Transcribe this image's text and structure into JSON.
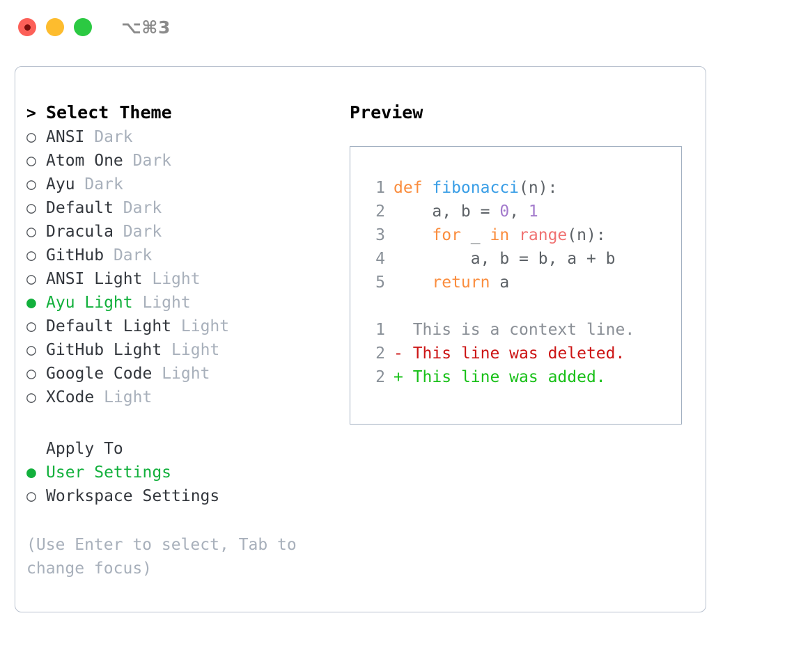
{
  "window": {
    "traffic_lights": [
      {
        "name": "close-button",
        "color": "#fc6058"
      },
      {
        "name": "minimize-button",
        "color": "#fdbc2e"
      },
      {
        "name": "maximize-button",
        "color": "#2bc942"
      }
    ],
    "shortcut_label": "⌥⌘3"
  },
  "theme_panel": {
    "header_marker": ">",
    "header": "Select Theme",
    "unselected_marker": "○",
    "selected_marker": "●",
    "items": [
      {
        "marker": "○",
        "name": "ANSI",
        "kind": "Dark",
        "selected": false
      },
      {
        "marker": "○",
        "name": "Atom One",
        "kind": "Dark",
        "selected": false
      },
      {
        "marker": "○",
        "name": "Ayu",
        "kind": "Dark",
        "selected": false
      },
      {
        "marker": "○",
        "name": "Default",
        "kind": "Dark",
        "selected": false
      },
      {
        "marker": "○",
        "name": "Dracula",
        "kind": "Dark",
        "selected": false
      },
      {
        "marker": "○",
        "name": "GitHub",
        "kind": "Dark",
        "selected": false
      },
      {
        "marker": "○",
        "name": "ANSI Light",
        "kind": "Light",
        "selected": false
      },
      {
        "marker": "●",
        "name": "Ayu Light",
        "kind": "Light",
        "selected": true
      },
      {
        "marker": "○",
        "name": "Default Light",
        "kind": "Light",
        "selected": false
      },
      {
        "marker": "○",
        "name": "GitHub Light",
        "kind": "Light",
        "selected": false
      },
      {
        "marker": "○",
        "name": "Google Code",
        "kind": "Light",
        "selected": false
      },
      {
        "marker": "○",
        "name": "XCode",
        "kind": "Light",
        "selected": false
      }
    ]
  },
  "apply_to": {
    "header": "Apply To",
    "options": [
      {
        "marker": "●",
        "label": "User Settings",
        "selected": true
      },
      {
        "marker": "○",
        "label": "Workspace Settings",
        "selected": false
      }
    ]
  },
  "hint": "(Use Enter to select, Tab to change focus)",
  "preview": {
    "title": "Preview",
    "code_lines": [
      {
        "number": "1",
        "tokens": [
          {
            "text": "def ",
            "type": "kw"
          },
          {
            "text": "fibonacci",
            "type": "fn"
          },
          {
            "text": "(n):",
            "type": "punc"
          }
        ]
      },
      {
        "number": "2",
        "tokens": [
          {
            "text": "    a, b = ",
            "type": "plain"
          },
          {
            "text": "0",
            "type": "num"
          },
          {
            "text": ", ",
            "type": "plain"
          },
          {
            "text": "1",
            "type": "num"
          }
        ]
      },
      {
        "number": "3",
        "tokens": [
          {
            "text": "    ",
            "type": "plain"
          },
          {
            "text": "for",
            "type": "kw"
          },
          {
            "text": " _ ",
            "type": "plain"
          },
          {
            "text": "in",
            "type": "kw"
          },
          {
            "text": " ",
            "type": "plain"
          },
          {
            "text": "range",
            "type": "call"
          },
          {
            "text": "(n):",
            "type": "punc"
          }
        ]
      },
      {
        "number": "4",
        "tokens": [
          {
            "text": "        a, b = b, a + b",
            "type": "plain"
          }
        ]
      },
      {
        "number": "5",
        "tokens": [
          {
            "text": "    ",
            "type": "plain"
          },
          {
            "text": "return",
            "type": "kw"
          },
          {
            "text": " a",
            "type": "plain"
          }
        ]
      }
    ],
    "diff_lines": [
      {
        "number": "1",
        "sign": "  ",
        "text": "This is a context line.",
        "type": "context"
      },
      {
        "number": "2",
        "sign": "- ",
        "text": "This line was deleted.",
        "type": "deleted"
      },
      {
        "number": "2",
        "sign": "+ ",
        "text": "This line was added.",
        "type": "added"
      }
    ]
  },
  "colors": {
    "selected_green": "#12b03c",
    "muted_gray": "#a8b0bb",
    "keyword_orange": "#fa8d3e",
    "function_blue": "#399ee6",
    "number_purple": "#a37acc",
    "call_red": "#f07171",
    "diff_delete_red": "#cc1414",
    "diff_add_green": "#18c018",
    "line_number_gray": "#8a9199",
    "border_gray": "#a3b1c2"
  }
}
